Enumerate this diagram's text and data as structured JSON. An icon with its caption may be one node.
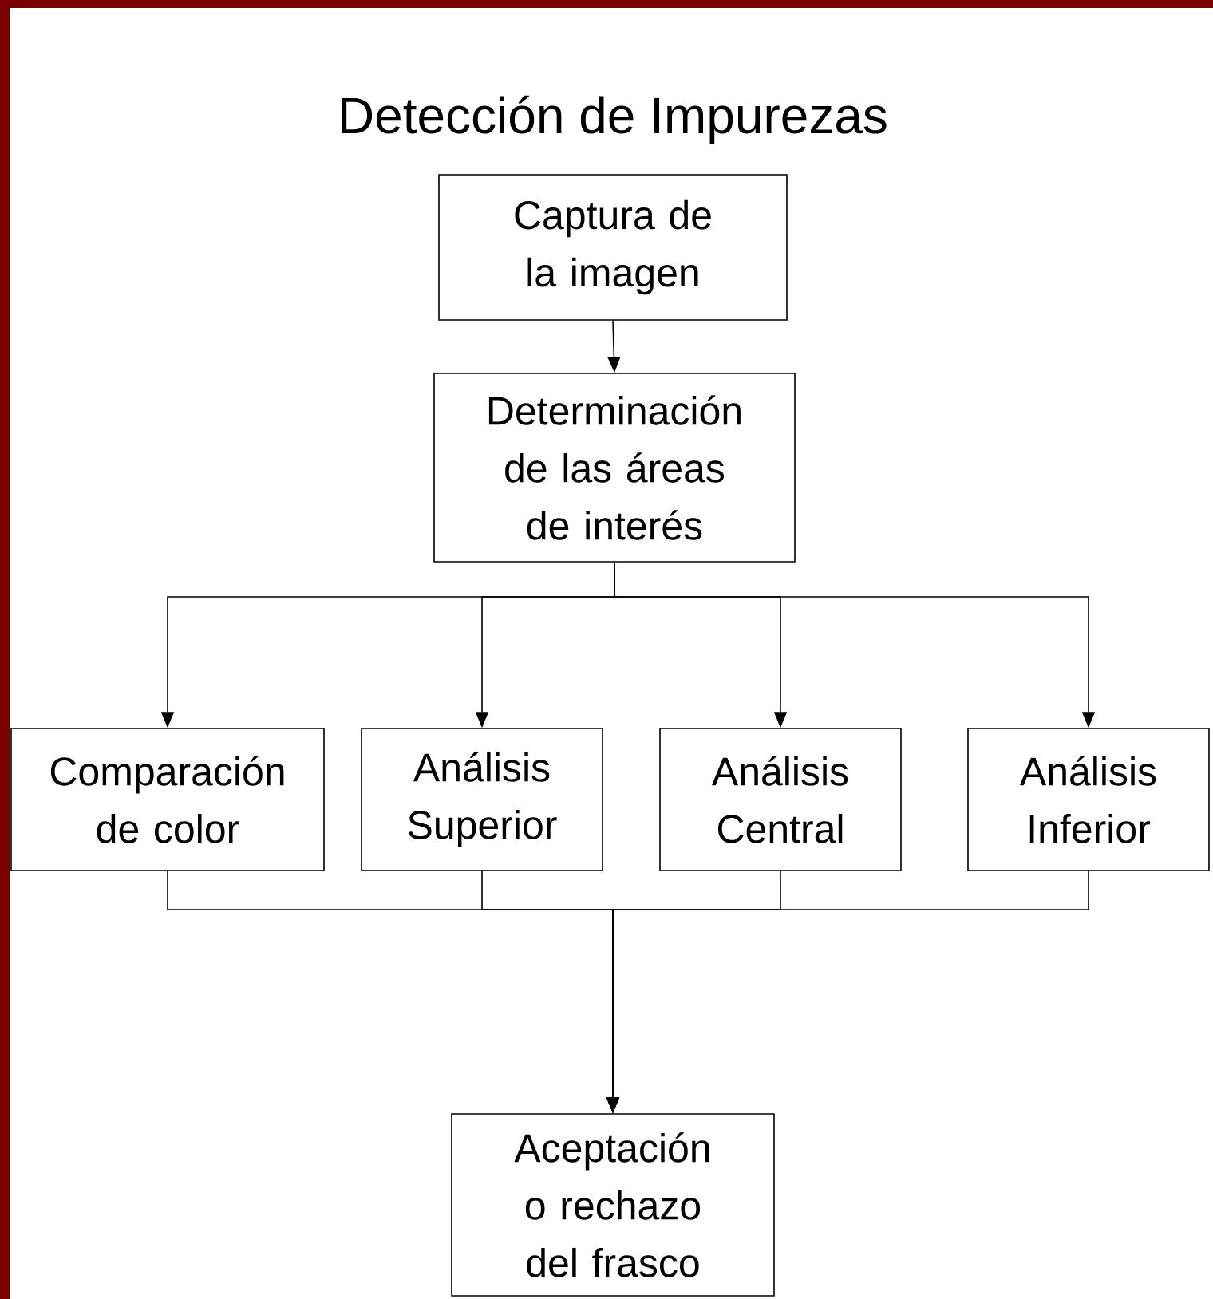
{
  "diagram": {
    "title": "Detección de Impurezas",
    "nodes": [
      {
        "text": [
          "Captura de la imagen"
        ]
      },
      {
        "text": [
          "Determinación de las áreas de interés"
        ]
      },
      {
        "text": [
          "Comparación de color"
        ]
      },
      {
        "text": [
          "Análisis Superior"
        ]
      },
      {
        "text": [
          "Análisis Central"
        ]
      },
      {
        "text": [
          "Análisis Inferior"
        ]
      },
      {
        "text": [
          "Aceptación o rechazo del frasco"
        ]
      }
    ],
    "edges": [
      {
        "from": 0,
        "to": 1,
        "arrow": "to"
      },
      {
        "from": 1,
        "to": 2,
        "arrow": "to"
      },
      {
        "from": 1,
        "to": 3,
        "arrow": "to"
      },
      {
        "from": 1,
        "to": 4,
        "arrow": "to"
      },
      {
        "from": 1,
        "to": 5,
        "arrow": "to"
      },
      {
        "from": 2,
        "to": 6,
        "arrow": "to"
      },
      {
        "from": 3,
        "to": 6,
        "arrow": "to"
      },
      {
        "from": 4,
        "to": 6,
        "arrow": "to"
      },
      {
        "from": 5,
        "to": 6,
        "arrow": "to"
      }
    ]
  }
}
